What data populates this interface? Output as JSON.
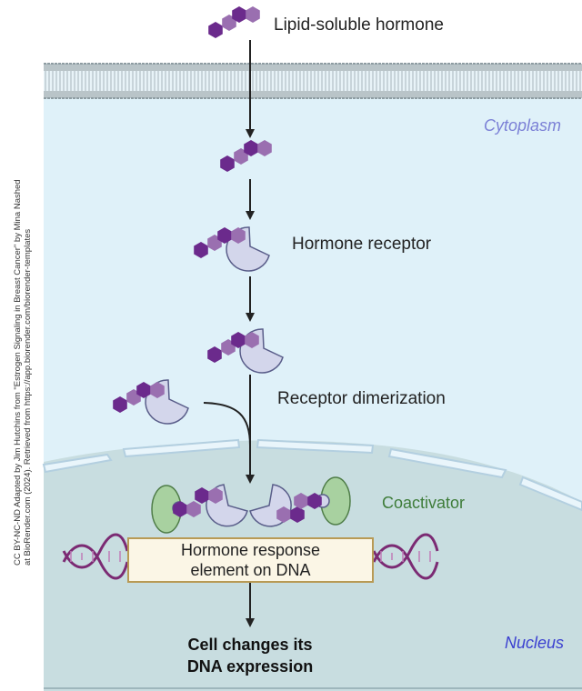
{
  "labels": {
    "hormone": "Lipid-soluble hormone",
    "receptor": "Hormone receptor",
    "dimerization": "Receptor dimerization",
    "coactivator": "Coactivator",
    "cytoplasm": "Cytoplasm",
    "nucleus": "Nucleus",
    "hre_line1": "Hormone response",
    "hre_line2": "element on DNA",
    "outcome_line1": "Cell changes its",
    "outcome_line2": "DNA expression"
  },
  "credit": {
    "line1": "CC BY-NC-ND Adapted by Jim Hutchins from \"Estrogen Signaling in Breast Cancer\" by Mina Nashed",
    "line2": "at BioRender.com (2024). Retrieved from https://app.biorender.com/biorender-templates"
  },
  "colors": {
    "cytoplasm": "#dff1f9",
    "nucleus": "#c8dde0",
    "membrane": "#9aa8ae",
    "hormone_dark": "#6b2a8c",
    "hormone_light": "#9a6fb0",
    "receptor_fill": "#d3d6eb",
    "receptor_stroke": "#5a5e8a",
    "coactivator_fill": "#a8d1a0",
    "coactivator_stroke": "#4f7d48",
    "dna": "#7b2a73",
    "arrow": "#222222"
  },
  "icons": [
    "hormone-molecule-icon",
    "hormone-receptor-icon",
    "coactivator-icon",
    "dna-helix-icon",
    "cell-membrane-icon",
    "nuclear-envelope-icon"
  ]
}
